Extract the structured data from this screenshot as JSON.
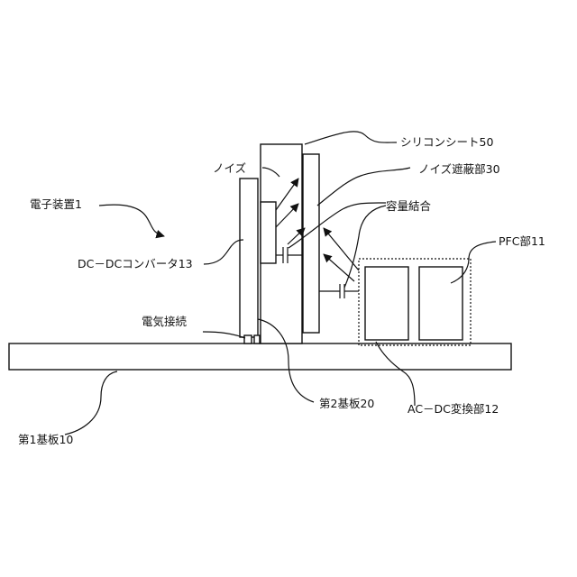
{
  "labels": {
    "silicon_sheet": "シリコンシート50",
    "noise_top": "ノイズ",
    "noise_shield": "ノイズ遮蔽部30",
    "device": "電子装置1",
    "capacitive": "容量結合",
    "pfc": "PFC部11",
    "dcdc": "DC－DCコンバータ13",
    "electrical": "電気接続",
    "board2": "第2基板20",
    "acdc": "AC－DC変換部12",
    "board1": "第1基板10"
  }
}
